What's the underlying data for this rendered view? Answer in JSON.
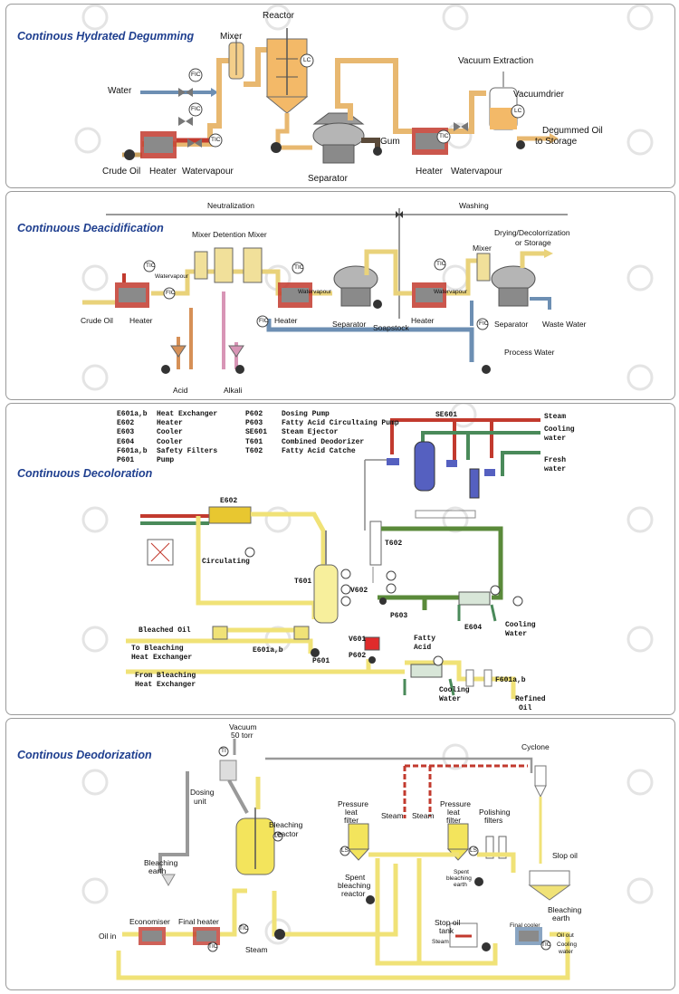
{
  "panels": {
    "degumming": {
      "title": "Continous Hydrated Degumming",
      "labels": {
        "reactor": "Reactor",
        "mixer": "Mixer",
        "water": "Water",
        "vacuum_extraction": "Vacuum Extraction",
        "vacuumdrier": "Vacuumdrier",
        "degummed_oil": "Degummed Oil",
        "to_storage": "to Storage",
        "crude_oil": "Crude Oil",
        "heater": "Heater",
        "watervapour": "Watervapour",
        "gum": "Gum",
        "separator": "Separator",
        "heater2": "Heater",
        "watervapour2": "Watervapour",
        "fic1": "FIC",
        "fic2": "FIC",
        "tic1": "TIC",
        "tic2": "TIC",
        "lc1": "LC",
        "lc2": "LC"
      }
    },
    "deacidification": {
      "title": "Continuous Deacidification",
      "labels": {
        "neutralization": "Neutralization",
        "washing": "Washing",
        "mixer_detention_mixer": "Mixer Detention Mixer",
        "drying": "Drying/Decolorrization",
        "or_storage": "or Storage",
        "mixer": "Mixer",
        "watervapour1": "Watervapour",
        "watervapour2": "Watervapour",
        "watervapour3": "Watervapour",
        "crude_oil": "Crude Oil",
        "heater1": "Heater",
        "heater2": "Heater",
        "heater3": "Heater",
        "separator1": "Separator",
        "separator2": "Separator",
        "soapstock": "Soapstock",
        "waste_water": "Waste Water",
        "process_water": "Process Water",
        "acid": "Acid",
        "alkali": "Alkali",
        "tic1": "TIC",
        "tic2": "TIC",
        "tic3": "TIC",
        "fic1": "FIC",
        "fic2": "FIC",
        "fic3": "FIC"
      }
    },
    "decoloration": {
      "title": "Continuous Decoloration",
      "legend_left": [
        {
          "code": "E601a,b",
          "desc": "Heat Exchanger"
        },
        {
          "code": "E602",
          "desc": "Heater"
        },
        {
          "code": "E603",
          "desc": "Cooler"
        },
        {
          "code": "E604",
          "desc": "Cooler"
        },
        {
          "code": "F601a,b",
          "desc": "Safety Filters"
        },
        {
          "code": "P601",
          "desc": "Pump"
        }
      ],
      "legend_right": [
        {
          "code": "P602",
          "desc": "Dosing Pump"
        },
        {
          "code": "P603",
          "desc": "Fatty Acid Circultaing Pump"
        },
        {
          "code": "SE601",
          "desc": "Steam Ejector"
        },
        {
          "code": "T601",
          "desc": "Combined Deodorizer"
        },
        {
          "code": "T602",
          "desc": "Fatty Acid Catche"
        }
      ],
      "labels": {
        "se601": "SE601",
        "steam": "Steam",
        "cooling": "Cooling",
        "water": "water",
        "fresh": "Fresh",
        "fresh_water": "water",
        "e602": "E602",
        "circulating": "Circulating",
        "t602": "T602",
        "t601": "T601",
        "v602": "V602",
        "p603": "P603",
        "e604": "E604",
        "cooling_water_1": "Cooling",
        "cooling_water_1b": "Water",
        "fatty": "Fatty",
        "acid": "Acid",
        "bleached_oil": "Bleached Oil",
        "to_bleaching": "To Bleaching",
        "heat_exchanger_1": "Heat Exchanger",
        "e601": "E601a,b",
        "p601": "P601",
        "v601": "V601",
        "p602": "P602",
        "from_bleaching": "From Bleaching",
        "heat_exchanger_2": "Heat Exchanger",
        "cooling_2": "Cooling",
        "water_2": "Water",
        "f601": "F601a,b",
        "refined": "Refined",
        "oil": "Oil"
      }
    },
    "deodorization": {
      "title": "Continous Deodorization",
      "labels": {
        "vacuum": "Vacuum",
        "torr": "50 torr",
        "cyclone": "Cyclone",
        "dosing": "Dosing",
        "unit": "unit",
        "bleaching_reactor_1": "Bleaching",
        "bleaching_reactor_2": "reactor",
        "pressure1a": "Pressure",
        "pressure1b": "leat",
        "pressure1c": "filter",
        "steam1": "Steam",
        "steam2": "Steam",
        "pressure2a": "Pressure",
        "pressure2b": "leat",
        "pressure2c": "filter",
        "polishing": "Polishing",
        "filters": "filters",
        "slop_oil": "Slop oil",
        "bleaching_earth_1": "Bleaching",
        "bleaching_earth_2": "earth",
        "spent1": "Spent",
        "spent2": "bleaching",
        "spent3": "reactor",
        "spent_small_1": "Spent",
        "spent_small_2": "bleaching",
        "spent_small_3": "earth",
        "bleaching_earth_r1": "Bleaching",
        "bleaching_earth_r2": "earth",
        "economiser": "Economiser",
        "final_heater": "Final heater",
        "oil_in": "Oil in",
        "steam_bottom": "Steam",
        "slop_oil_tank_1": "Stop oil",
        "slop_oil_tank_2": "tank",
        "steam3": "Steam",
        "final_cooler": "Final  cooler",
        "oil_out": "Oil out",
        "cooling_water_1": "Cooling",
        "cooling_water_2": "water",
        "lc": "LC",
        "ls1": "LS",
        "ls2": "LS",
        "tic1": "TIC",
        "tic2": "TIC",
        "tic3": "TIC",
        "ti": "TI"
      }
    }
  }
}
